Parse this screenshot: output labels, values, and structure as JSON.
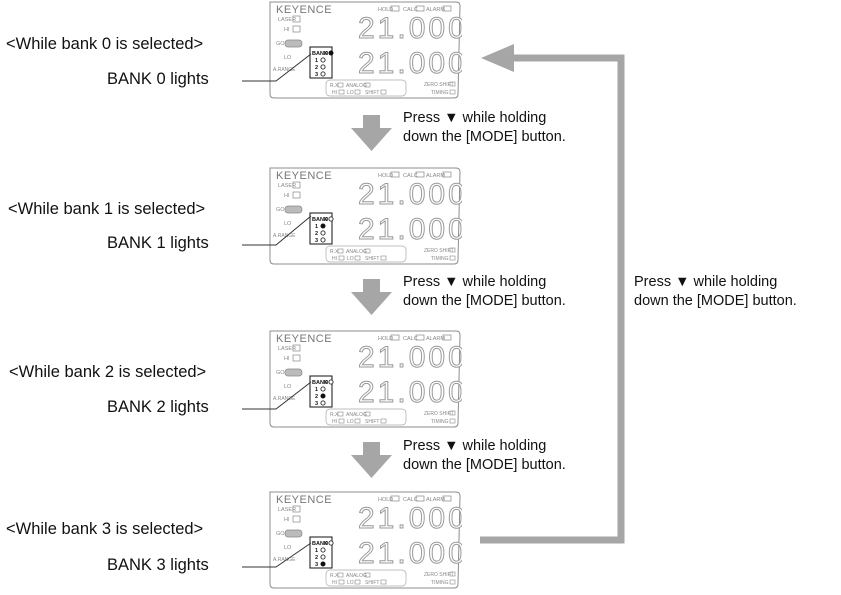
{
  "brand": "KEYENCE",
  "indicators": {
    "hold": "HOLD",
    "calc": "CALC",
    "alarm": "ALARM",
    "laser": "LASER",
    "hi_top": "HI",
    "go": "GO",
    "lo_side": "LO",
    "a_range": "A.RANGE",
    "rx": "R.X",
    "analog": "ANALOG",
    "zero_shift": "ZERO SHIFT",
    "timing": "TIMING",
    "hi_bottom": "HI",
    "lo_bottom": "LO",
    "shift": "SHIFT"
  },
  "display": {
    "upper": "21.000",
    "lower": "21.000"
  },
  "bank_box": {
    "title": "BANK",
    "numbers": [
      "0",
      "1",
      "2",
      "3"
    ]
  },
  "states": [
    {
      "state_label": "<While bank 0 is selected>",
      "bank_label": "BANK 0 lights",
      "lit_bank": 0
    },
    {
      "state_label": "<While bank 1 is selected>",
      "bank_label": "BANK 1 lights",
      "lit_bank": 1
    },
    {
      "state_label": "<While bank 2 is selected>",
      "bank_label": "BANK 2 lights",
      "lit_bank": 2
    },
    {
      "state_label": "<While bank 3 is selected>",
      "bank_label": "BANK 3 lights",
      "lit_bank": 3
    }
  ],
  "instructions": [
    {
      "line1": "Press ▼ while holding",
      "line2": "down the [MODE] button."
    },
    {
      "line1": "Press ▼ while holding",
      "line2": "down the [MODE] button."
    },
    {
      "line1": "Press ▼ while holding",
      "line2": "down the [MODE] button."
    }
  ],
  "loop_instruction": {
    "line1": "Press ▼ while holding",
    "line2": "down the [MODE] button."
  },
  "colors": {
    "arrow": "#a6a6a6",
    "panel_line": "#8c8c8c",
    "segment": "#9a9a9a",
    "text": "#111111"
  }
}
